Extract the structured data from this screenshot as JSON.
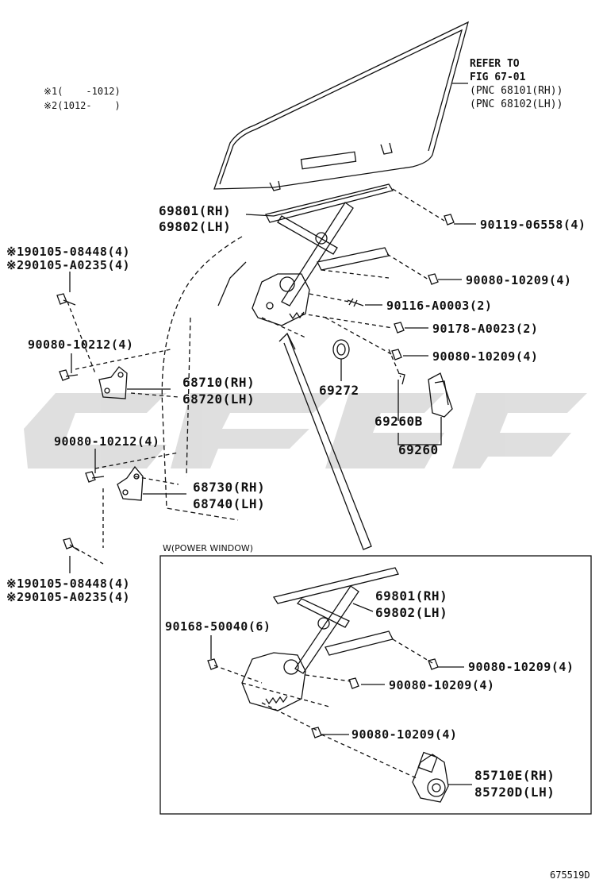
{
  "notes": {
    "n1": "※1(    -1012)",
    "n2": "※2(1012-    )"
  },
  "refer": {
    "line1": "REFER TO",
    "line2": "FIG 67-01",
    "line3": "(PNC 68101(RH))",
    "line4": "(PNC 68102(LH))"
  },
  "parts": {
    "regulator_rh": "69801(RH)",
    "regulator_lh": "69802(LH)",
    "bolt_90119": "90119-06558(4)",
    "bolt_90080_a": "90080-10209(4)",
    "bolt_90116": "90116-A0003(2)",
    "nut_90178": "90178-A0023(2)",
    "bolt_90080_b": "90080-10209(4)",
    "grommet": "69272",
    "handle_b": "69260B",
    "handle": "69260",
    "top_bolt_1": "※190105-08448(4)",
    "top_bolt_2": "※290105-A0235(4)",
    "bolt_90080_10212_a": "90080-10212(4)",
    "hinge_upper_rh": "68710(RH)",
    "hinge_upper_lh": "68720(LH)",
    "bolt_90080_10212_b": "90080-10212(4)",
    "hinge_lower_rh": "68730(RH)",
    "hinge_lower_lh": "68740(LH)",
    "bottom_bolt_1": "※190105-08448(4)",
    "bottom_bolt_2": "※290105-A0235(4)"
  },
  "inset": {
    "title": "W(POWER WINDOW)",
    "regulator_rh": "69801(RH)",
    "regulator_lh": "69802(LH)",
    "screw": "90168-50040(6)",
    "bolt_a": "90080-10209(4)",
    "bolt_b": "90080-10209(4)",
    "bolt_c": "90080-10209(4)",
    "motor_rh": "85710E(RH)",
    "motor_lh": "85720D(LH)"
  },
  "drawing_number": "675519D"
}
